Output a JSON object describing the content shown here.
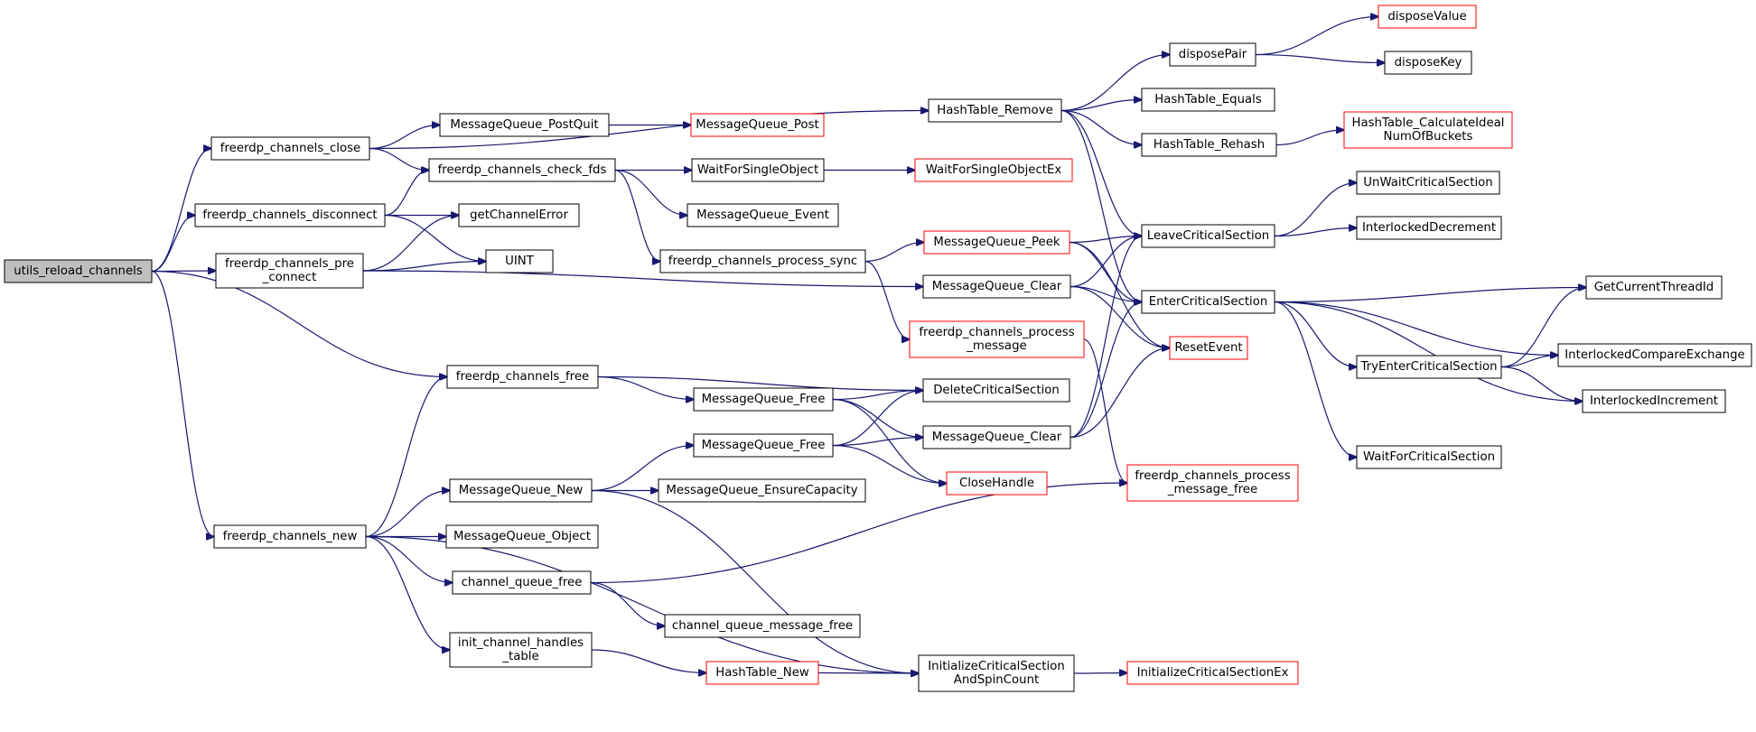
{
  "diagram": {
    "nodes": [
      {
        "id": "utils_reload_channels",
        "lines": [
          "utils_reload_channels"
        ],
        "style": "root"
      },
      {
        "id": "freerdp_channels_close",
        "lines": [
          "freerdp_channels_close"
        ],
        "style": "black"
      },
      {
        "id": "freerdp_channels_disconnect",
        "lines": [
          "freerdp_channels_disconnect"
        ],
        "style": "black"
      },
      {
        "id": "freerdp_channels_pre_connect",
        "lines": [
          "freerdp_channels_pre",
          "_connect"
        ],
        "style": "black"
      },
      {
        "id": "freerdp_channels_free",
        "lines": [
          "freerdp_channels_free"
        ],
        "style": "black"
      },
      {
        "id": "freerdp_channels_new",
        "lines": [
          "freerdp_channels_new"
        ],
        "style": "black"
      },
      {
        "id": "MessageQueue_PostQuit",
        "lines": [
          "MessageQueue_PostQuit"
        ],
        "style": "black"
      },
      {
        "id": "freerdp_channels_check_fds",
        "lines": [
          "freerdp_channels_check_fds"
        ],
        "style": "black"
      },
      {
        "id": "getChannelError",
        "lines": [
          "getChannelError"
        ],
        "style": "black"
      },
      {
        "id": "UINT",
        "lines": [
          "UINT"
        ],
        "style": "black"
      },
      {
        "id": "MessageQueue_New",
        "lines": [
          "MessageQueue_New"
        ],
        "style": "black"
      },
      {
        "id": "MessageQueue_Object",
        "lines": [
          "MessageQueue_Object"
        ],
        "style": "black"
      },
      {
        "id": "channel_queue_free",
        "lines": [
          "channel_queue_free"
        ],
        "style": "black"
      },
      {
        "id": "init_channel_handles_table",
        "lines": [
          "init_channel_handles",
          "_table"
        ],
        "style": "black"
      },
      {
        "id": "MessageQueue_Post",
        "lines": [
          "MessageQueue_Post"
        ],
        "style": "red"
      },
      {
        "id": "WaitForSingleObject",
        "lines": [
          "WaitForSingleObject"
        ],
        "style": "black"
      },
      {
        "id": "MessageQueue_Event",
        "lines": [
          "MessageQueue_Event"
        ],
        "style": "black"
      },
      {
        "id": "freerdp_channels_process_sync",
        "lines": [
          "freerdp_channels_process_sync"
        ],
        "style": "black"
      },
      {
        "id": "MessageQueue_Free_1",
        "lines": [
          "MessageQueue_Free"
        ],
        "style": "black"
      },
      {
        "id": "MessageQueue_Free_2",
        "lines": [
          "MessageQueue_Free"
        ],
        "style": "black"
      },
      {
        "id": "MessageQueue_EnsureCapacity",
        "lines": [
          "MessageQueue_EnsureCapacity"
        ],
        "style": "black"
      },
      {
        "id": "channel_queue_message_free",
        "lines": [
          "channel_queue_message_free"
        ],
        "style": "black"
      },
      {
        "id": "HashTable_New",
        "lines": [
          "HashTable_New"
        ],
        "style": "red"
      },
      {
        "id": "HashTable_Remove",
        "lines": [
          "HashTable_Remove"
        ],
        "style": "black"
      },
      {
        "id": "WaitForSingleObjectEx",
        "lines": [
          "WaitForSingleObjectEx"
        ],
        "style": "red"
      },
      {
        "id": "MessageQueue_Peek",
        "lines": [
          "MessageQueue_Peek"
        ],
        "style": "red"
      },
      {
        "id": "MessageQueue_Clear_1",
        "lines": [
          "MessageQueue_Clear"
        ],
        "style": "black"
      },
      {
        "id": "freerdp_channels_process_message",
        "lines": [
          "freerdp_channels_process",
          "_message"
        ],
        "style": "red"
      },
      {
        "id": "DeleteCriticalSection",
        "lines": [
          "DeleteCriticalSection"
        ],
        "style": "black"
      },
      {
        "id": "MessageQueue_Clear_2",
        "lines": [
          "MessageQueue_Clear"
        ],
        "style": "black"
      },
      {
        "id": "CloseHandle",
        "lines": [
          "CloseHandle"
        ],
        "style": "red"
      },
      {
        "id": "InitializeCriticalSectionAndSpinCount",
        "lines": [
          "InitializeCriticalSection",
          "AndSpinCount"
        ],
        "style": "black"
      },
      {
        "id": "disposePair",
        "lines": [
          "disposePair"
        ],
        "style": "black"
      },
      {
        "id": "HashTable_Equals",
        "lines": [
          "HashTable_Equals"
        ],
        "style": "black"
      },
      {
        "id": "HashTable_Rehash",
        "lines": [
          "HashTable_Rehash"
        ],
        "style": "black"
      },
      {
        "id": "LeaveCriticalSection",
        "lines": [
          "LeaveCriticalSection"
        ],
        "style": "black"
      },
      {
        "id": "EnterCriticalSection",
        "lines": [
          "EnterCriticalSection"
        ],
        "style": "black"
      },
      {
        "id": "ResetEvent",
        "lines": [
          "ResetEvent"
        ],
        "style": "red"
      },
      {
        "id": "freerdp_channels_process_message_free",
        "lines": [
          "freerdp_channels_process",
          "_message_free"
        ],
        "style": "red"
      },
      {
        "id": "InitializeCriticalSectionEx",
        "lines": [
          "InitializeCriticalSectionEx"
        ],
        "style": "red"
      },
      {
        "id": "disposeValue",
        "lines": [
          "disposeValue"
        ],
        "style": "red"
      },
      {
        "id": "disposeKey",
        "lines": [
          "disposeKey"
        ],
        "style": "black"
      },
      {
        "id": "HashTable_CalculateIdealNumOfBuckets",
        "lines": [
          "HashTable_CalculateIdeal",
          "NumOfBuckets"
        ],
        "style": "red"
      },
      {
        "id": "UnWaitCriticalSection",
        "lines": [
          "UnWaitCriticalSection"
        ],
        "style": "black"
      },
      {
        "id": "InterlockedDecrement",
        "lines": [
          "InterlockedDecrement"
        ],
        "style": "black"
      },
      {
        "id": "TryEnterCriticalSection",
        "lines": [
          "TryEnterCriticalSection"
        ],
        "style": "black"
      },
      {
        "id": "WaitForCriticalSection",
        "lines": [
          "WaitForCriticalSection"
        ],
        "style": "black"
      },
      {
        "id": "GetCurrentThreadId",
        "lines": [
          "GetCurrentThreadId"
        ],
        "style": "black"
      },
      {
        "id": "InterlockedCompareExchange",
        "lines": [
          "InterlockedCompareExchange"
        ],
        "style": "black"
      },
      {
        "id": "InterlockedIncrement",
        "lines": [
          "InterlockedIncrement"
        ],
        "style": "black"
      }
    ],
    "edges": [
      {
        "from": "utils_reload_channels",
        "to": "freerdp_channels_close"
      },
      {
        "from": "utils_reload_channels",
        "to": "freerdp_channels_disconnect"
      },
      {
        "from": "utils_reload_channels",
        "to": "freerdp_channels_pre_connect"
      },
      {
        "from": "utils_reload_channels",
        "to": "freerdp_channels_free"
      },
      {
        "from": "utils_reload_channels",
        "to": "freerdp_channels_new"
      },
      {
        "from": "freerdp_channels_close",
        "to": "HashTable_Remove"
      },
      {
        "from": "freerdp_channels_close",
        "to": "MessageQueue_PostQuit"
      },
      {
        "from": "freerdp_channels_close",
        "to": "freerdp_channels_check_fds"
      },
      {
        "from": "freerdp_channels_disconnect",
        "to": "freerdp_channels_check_fds"
      },
      {
        "from": "freerdp_channels_disconnect",
        "to": "getChannelError"
      },
      {
        "from": "freerdp_channels_disconnect",
        "to": "UINT"
      },
      {
        "from": "freerdp_channels_pre_connect",
        "to": "getChannelError"
      },
      {
        "from": "freerdp_channels_pre_connect",
        "to": "UINT"
      },
      {
        "from": "freerdp_channels_pre_connect",
        "to": "MessageQueue_Clear_1"
      },
      {
        "from": "freerdp_channels_free",
        "to": "DeleteCriticalSection"
      },
      {
        "from": "freerdp_channels_free",
        "to": "MessageQueue_Free_1"
      },
      {
        "from": "freerdp_channels_new",
        "to": "freerdp_channels_free"
      },
      {
        "from": "freerdp_channels_new",
        "to": "MessageQueue_New"
      },
      {
        "from": "freerdp_channels_new",
        "to": "MessageQueue_Object"
      },
      {
        "from": "freerdp_channels_new",
        "to": "channel_queue_free"
      },
      {
        "from": "freerdp_channels_new",
        "to": "init_channel_handles_table"
      },
      {
        "from": "freerdp_channels_new",
        "to": "InitializeCriticalSectionAndSpinCount"
      },
      {
        "from": "MessageQueue_PostQuit",
        "to": "MessageQueue_Post"
      },
      {
        "from": "freerdp_channels_check_fds",
        "to": "WaitForSingleObject"
      },
      {
        "from": "freerdp_channels_check_fds",
        "to": "MessageQueue_Event"
      },
      {
        "from": "freerdp_channels_check_fds",
        "to": "freerdp_channels_process_sync"
      },
      {
        "from": "WaitForSingleObject",
        "to": "WaitForSingleObjectEx"
      },
      {
        "from": "freerdp_channels_process_sync",
        "to": "MessageQueue_Peek"
      },
      {
        "from": "freerdp_channels_process_sync",
        "to": "freerdp_channels_process_message"
      },
      {
        "from": "MessageQueue_New",
        "to": "MessageQueue_Free_2"
      },
      {
        "from": "MessageQueue_New",
        "to": "MessageQueue_EnsureCapacity"
      },
      {
        "from": "MessageQueue_New",
        "to": "InitializeCriticalSectionAndSpinCount"
      },
      {
        "from": "channel_queue_free",
        "to": "freerdp_channels_process_message_free"
      },
      {
        "from": "channel_queue_free",
        "to": "channel_queue_message_free"
      },
      {
        "from": "init_channel_handles_table",
        "to": "HashTable_New"
      },
      {
        "from": "HashTable_New",
        "to": "InitializeCriticalSectionAndSpinCount"
      },
      {
        "from": "MessageQueue_Free_1",
        "to": "DeleteCriticalSection"
      },
      {
        "from": "MessageQueue_Free_1",
        "to": "MessageQueue_Clear_2"
      },
      {
        "from": "MessageQueue_Free_1",
        "to": "CloseHandle"
      },
      {
        "from": "MessageQueue_Free_2",
        "to": "DeleteCriticalSection"
      },
      {
        "from": "MessageQueue_Free_2",
        "to": "MessageQueue_Clear_2"
      },
      {
        "from": "MessageQueue_Free_2",
        "to": "CloseHandle"
      },
      {
        "from": "InitializeCriticalSectionAndSpinCount",
        "to": "InitializeCriticalSectionEx"
      },
      {
        "from": "HashTable_Remove",
        "to": "disposePair"
      },
      {
        "from": "HashTable_Remove",
        "to": "HashTable_Equals"
      },
      {
        "from": "HashTable_Remove",
        "to": "HashTable_Rehash"
      },
      {
        "from": "HashTable_Remove",
        "to": "LeaveCriticalSection"
      },
      {
        "from": "HashTable_Remove",
        "to": "EnterCriticalSection"
      },
      {
        "from": "disposePair",
        "to": "disposeValue"
      },
      {
        "from": "disposePair",
        "to": "disposeKey"
      },
      {
        "from": "HashTable_Rehash",
        "to": "HashTable_CalculateIdealNumOfBuckets"
      },
      {
        "from": "MessageQueue_Peek",
        "to": "LeaveCriticalSection"
      },
      {
        "from": "MessageQueue_Peek",
        "to": "EnterCriticalSection"
      },
      {
        "from": "MessageQueue_Peek",
        "to": "ResetEvent"
      },
      {
        "from": "MessageQueue_Clear_1",
        "to": "LeaveCriticalSection"
      },
      {
        "from": "MessageQueue_Clear_1",
        "to": "EnterCriticalSection"
      },
      {
        "from": "MessageQueue_Clear_1",
        "to": "ResetEvent"
      },
      {
        "from": "MessageQueue_Clear_2",
        "to": "LeaveCriticalSection"
      },
      {
        "from": "MessageQueue_Clear_2",
        "to": "EnterCriticalSection"
      },
      {
        "from": "MessageQueue_Clear_2",
        "to": "ResetEvent"
      },
      {
        "from": "freerdp_channels_process_message",
        "to": "freerdp_channels_process_message_free"
      },
      {
        "from": "LeaveCriticalSection",
        "to": "UnWaitCriticalSection"
      },
      {
        "from": "LeaveCriticalSection",
        "to": "InterlockedDecrement"
      },
      {
        "from": "EnterCriticalSection",
        "to": "GetCurrentThreadId"
      },
      {
        "from": "EnterCriticalSection",
        "to": "TryEnterCriticalSection"
      },
      {
        "from": "EnterCriticalSection",
        "to": "InterlockedCompareExchange"
      },
      {
        "from": "EnterCriticalSection",
        "to": "InterlockedIncrement"
      },
      {
        "from": "EnterCriticalSection",
        "to": "WaitForCriticalSection"
      },
      {
        "from": "TryEnterCriticalSection",
        "to": "GetCurrentThreadId"
      },
      {
        "from": "TryEnterCriticalSection",
        "to": "InterlockedCompareExchange"
      },
      {
        "from": "TryEnterCriticalSection",
        "to": "InterlockedIncrement"
      }
    ]
  }
}
